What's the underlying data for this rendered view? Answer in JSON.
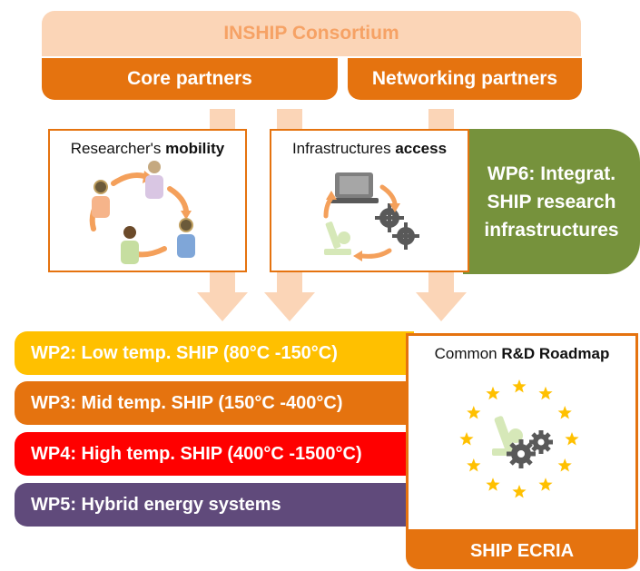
{
  "consortium": {
    "label": "INSHIP Consortium"
  },
  "partners": {
    "core": "Core partners",
    "networking": "Networking partners"
  },
  "boxes": {
    "mobility": {
      "prefix": "Researcher's ",
      "bold": "mobility"
    },
    "access": {
      "prefix": "Infrastructures ",
      "bold": "access"
    }
  },
  "wp6": {
    "line1": "WP6: Integrat.",
    "line2": "SHIP research",
    "line3": "infrastructures"
  },
  "work_packages": [
    {
      "label": "WP2: Low temp. SHIP (80°C -150°C)",
      "color": "#ffc000"
    },
    {
      "label": "WP3: Mid temp. SHIP (150°C -400°C)",
      "color": "#e5730f"
    },
    {
      "label": "WP4: High temp. SHIP (400°C -1500°C)",
      "color": "#ff0000"
    },
    {
      "label": "WP5: Hybrid energy systems",
      "color": "#604a7b"
    }
  ],
  "roadmap": {
    "prefix": "Common ",
    "bold": "R&D Roadmap",
    "footer": "SHIP ECRIA"
  },
  "colors": {
    "orange": "#e5730f",
    "light_orange": "#fbd5b7",
    "green": "#76923c",
    "arrow": "#fbd5b7"
  }
}
